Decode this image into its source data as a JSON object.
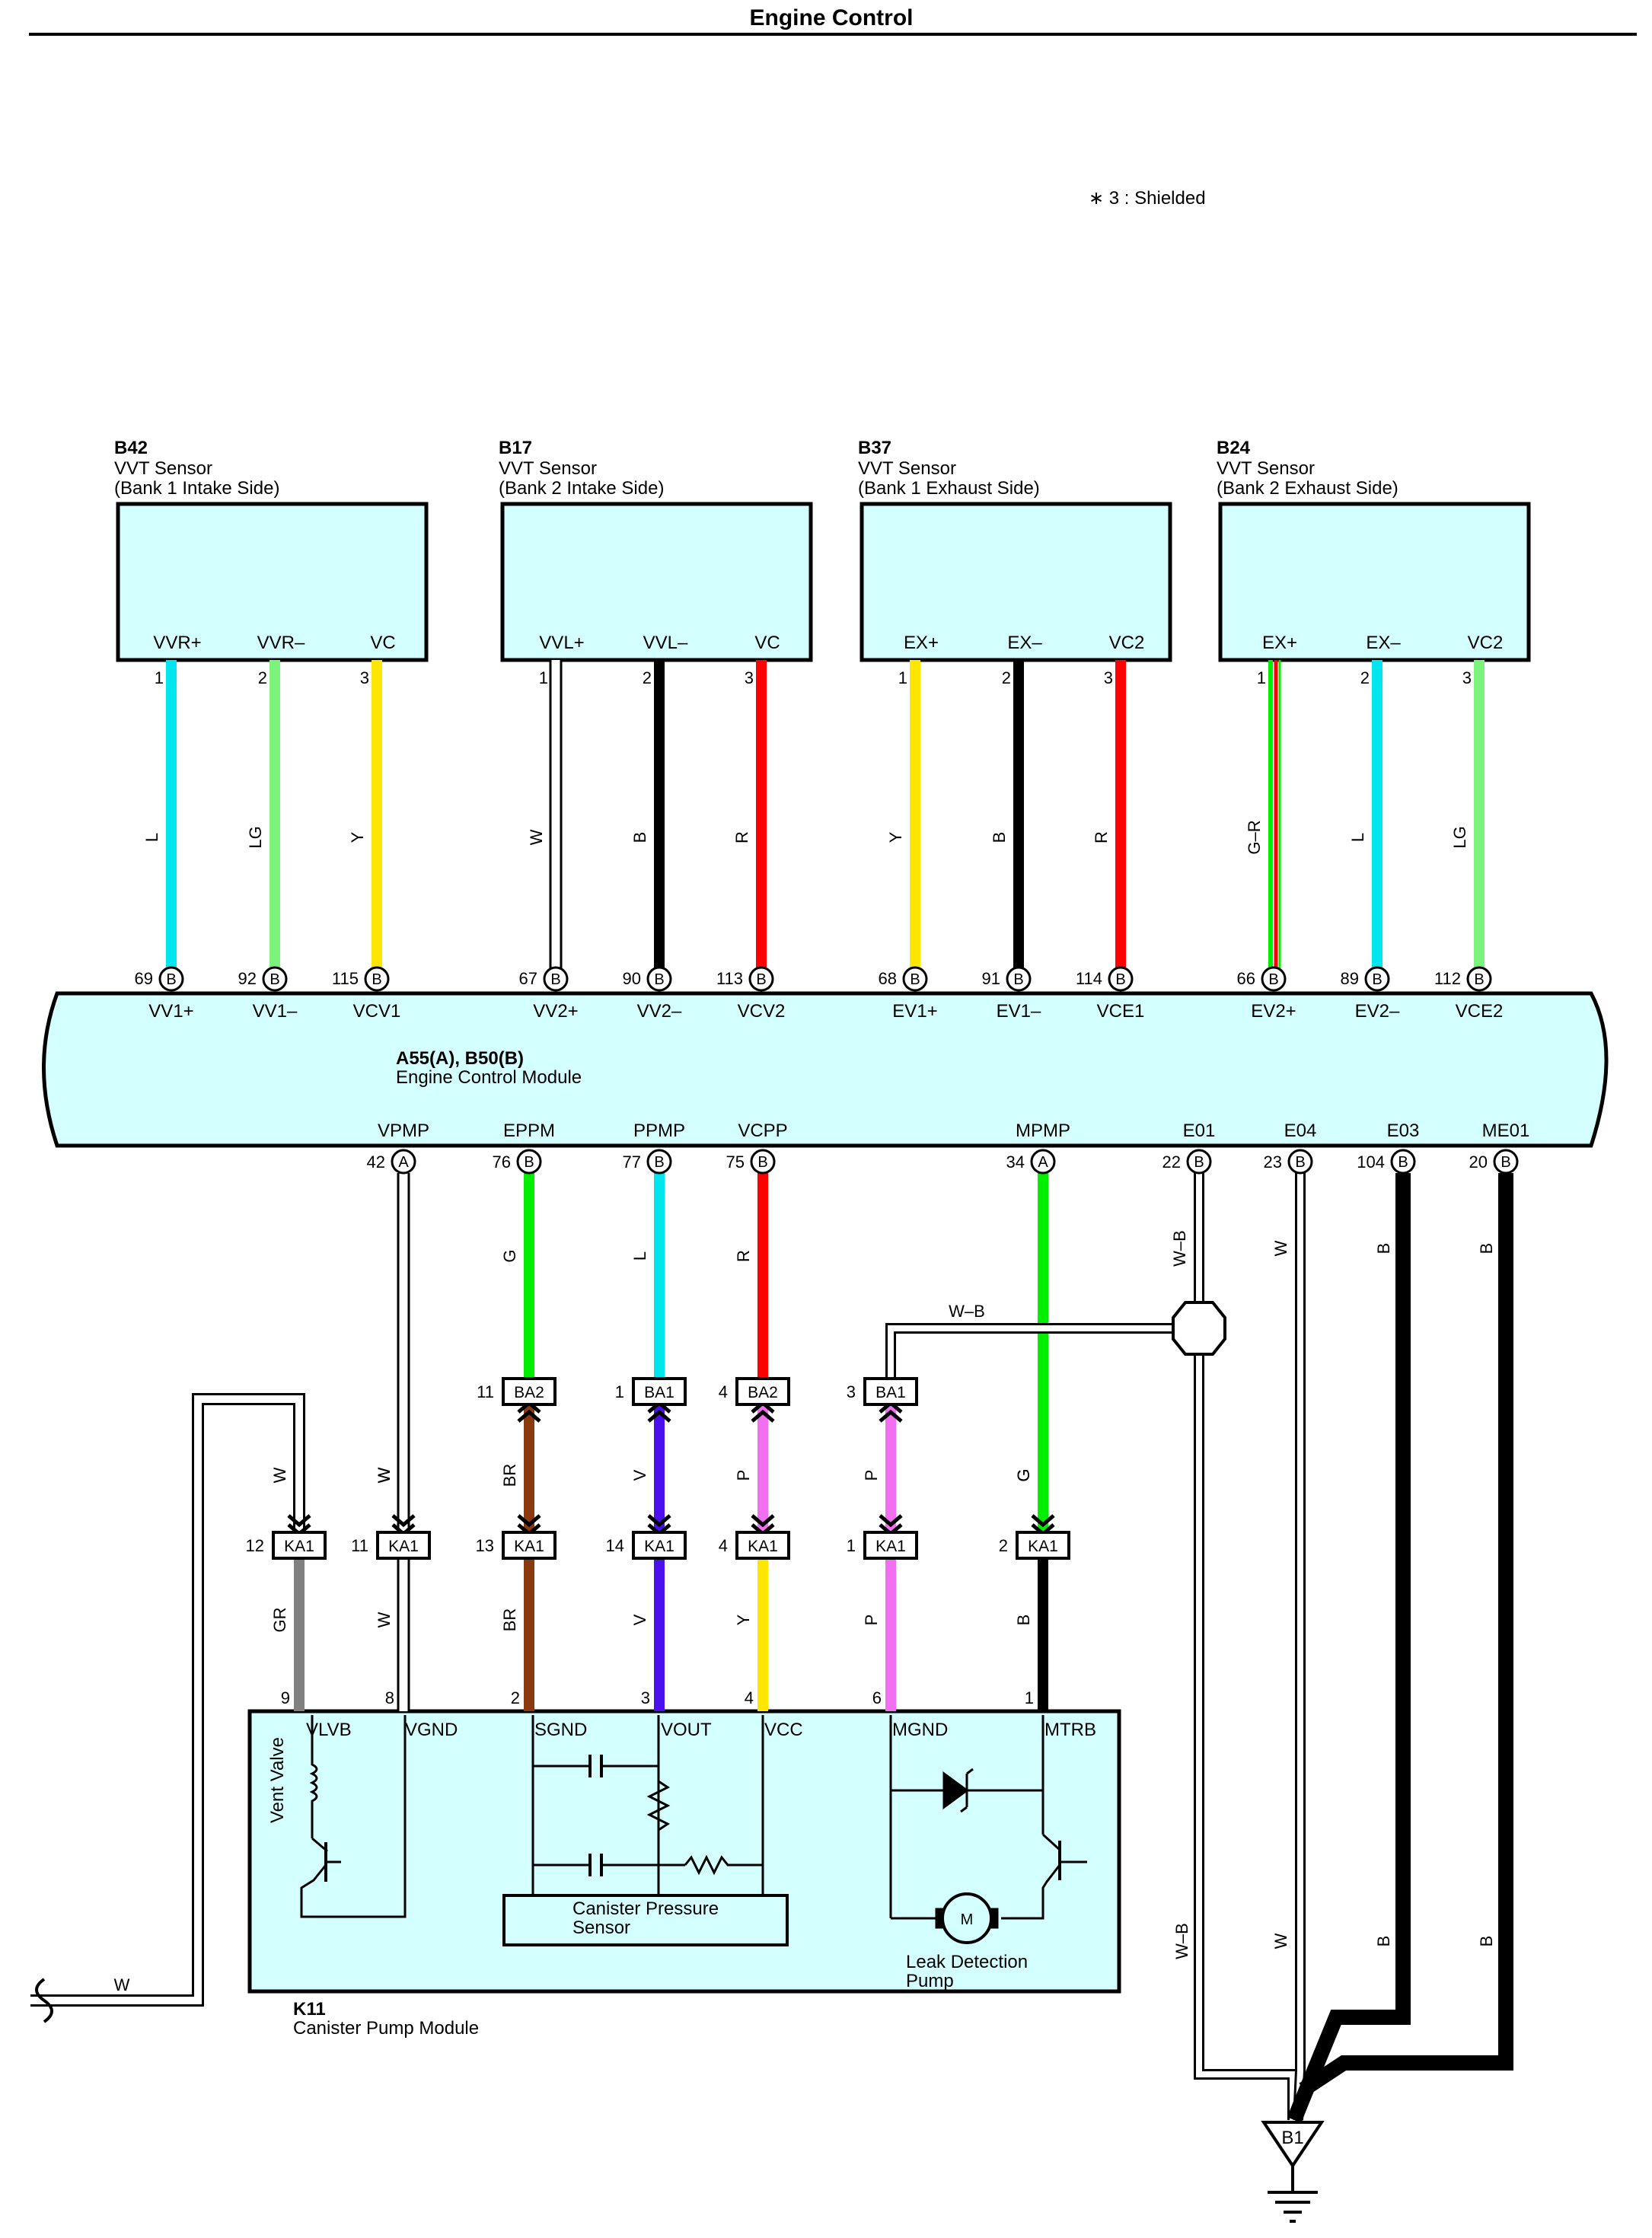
{
  "title": "Engine Control",
  "shield_note": "∗ 3 : Shielded",
  "sensors": [
    {
      "code": "B42",
      "name": "VVT Sensor",
      "sub": "(Bank 1 Intake Side)",
      "pins": [
        {
          "term": "VVR+",
          "num": "1",
          "wire": "L",
          "ecm_pin": "69",
          "ecm_conn": "B",
          "ecm_term": "VV1+"
        },
        {
          "term": "VVR–",
          "num": "2",
          "wire": "LG",
          "ecm_pin": "92",
          "ecm_conn": "B",
          "ecm_term": "VV1–"
        },
        {
          "term": "VC",
          "num": "3",
          "wire": "Y",
          "ecm_pin": "115",
          "ecm_conn": "B",
          "ecm_term": "VCV1"
        }
      ]
    },
    {
      "code": "B17",
      "name": "VVT Sensor",
      "sub": "(Bank 2 Intake Side)",
      "pins": [
        {
          "term": "VVL+",
          "num": "1",
          "wire": "W",
          "ecm_pin": "67",
          "ecm_conn": "B",
          "ecm_term": "VV2+"
        },
        {
          "term": "VVL–",
          "num": "2",
          "wire": "B",
          "ecm_pin": "90",
          "ecm_conn": "B",
          "ecm_term": "VV2–"
        },
        {
          "term": "VC",
          "num": "3",
          "wire": "R",
          "ecm_pin": "113",
          "ecm_conn": "B",
          "ecm_term": "VCV2"
        }
      ]
    },
    {
      "code": "B37",
      "name": "VVT Sensor",
      "sub": "(Bank 1 Exhaust Side)",
      "pins": [
        {
          "term": "EX+",
          "num": "1",
          "wire": "Y",
          "ecm_pin": "68",
          "ecm_conn": "B",
          "ecm_term": "EV1+"
        },
        {
          "term": "EX–",
          "num": "2",
          "wire": "B",
          "ecm_pin": "91",
          "ecm_conn": "B",
          "ecm_term": "EV1–"
        },
        {
          "term": "VC2",
          "num": "3",
          "wire": "R",
          "ecm_pin": "114",
          "ecm_conn": "B",
          "ecm_term": "VCE1"
        }
      ]
    },
    {
      "code": "B24",
      "name": "VVT Sensor",
      "sub": "(Bank 2 Exhaust Side)",
      "pins": [
        {
          "term": "EX+",
          "num": "1",
          "wire": "G–R",
          "ecm_pin": "66",
          "ecm_conn": "B",
          "ecm_term": "EV2+"
        },
        {
          "term": "EX–",
          "num": "2",
          "wire": "L",
          "ecm_pin": "89",
          "ecm_conn": "B",
          "ecm_term": "EV2–"
        },
        {
          "term": "VC2",
          "num": "3",
          "wire": "LG",
          "ecm_pin": "112",
          "ecm_conn": "B",
          "ecm_term": "VCE2"
        }
      ]
    }
  ],
  "ecm": {
    "code": "A55(A), B50(B)",
    "name": "Engine Control Module"
  },
  "ecm_bottom": [
    {
      "term": "VPMP",
      "pin": "42",
      "conn": "A",
      "wire": "W"
    },
    {
      "term": "EPPM",
      "pin": "76",
      "conn": "B",
      "wire": "G"
    },
    {
      "term": "PPMP",
      "pin": "77",
      "conn": "B",
      "wire": "L"
    },
    {
      "term": "VCPP",
      "pin": "75",
      "conn": "B",
      "wire": "R"
    },
    {
      "term": "MPMP",
      "pin": "34",
      "conn": "A",
      "wire": "G"
    },
    {
      "term": "E01",
      "pin": "22",
      "conn": "B",
      "wire": "W–B"
    },
    {
      "term": "E04",
      "pin": "23",
      "conn": "B",
      "wire": "W"
    },
    {
      "term": "E03",
      "pin": "104",
      "conn": "B",
      "wire": "B"
    },
    {
      "term": "ME01",
      "pin": "20",
      "conn": "B",
      "wire": "B"
    }
  ],
  "splice_wire": "W–B",
  "ba_connectors": [
    {
      "pin": "11",
      "name": "BA2",
      "wire_below": "BR"
    },
    {
      "pin": "1",
      "name": "BA1",
      "wire_below": "V"
    },
    {
      "pin": "4",
      "name": "BA2",
      "wire_below": "P"
    },
    {
      "pin": "3",
      "name": "BA1",
      "wire_below": "P"
    }
  ],
  "ka_connectors": [
    {
      "pin": "12",
      "name": "KA1",
      "wire_above": "W",
      "wire_below": "GR",
      "module_pin": "9"
    },
    {
      "pin": "11",
      "name": "KA1",
      "wire_above": "W",
      "wire_below": "W",
      "module_pin": "8"
    },
    {
      "pin": "13",
      "name": "KA1",
      "wire_below": "BR",
      "module_pin": "2"
    },
    {
      "pin": "14",
      "name": "KA1",
      "wire_below": "V",
      "module_pin": "3"
    },
    {
      "pin": "4",
      "name": "KA1",
      "wire_below": "Y",
      "module_pin": "4"
    },
    {
      "pin": "1",
      "name": "KA1",
      "wire_below": "P",
      "module_pin": "6"
    },
    {
      "pin": "2",
      "name": "KA1",
      "wire_above": "G",
      "wire_below": "B",
      "module_pin": "1"
    }
  ],
  "k11": {
    "code": "K11",
    "name": "Canister Pump Module",
    "terminals": [
      "VLVB",
      "VGND",
      "SGND",
      "VOUT",
      "VCC",
      "MGND",
      "MTRB"
    ],
    "vent_valve": "Vent Valve",
    "pressure_sensor": [
      "Canister Pressure",
      "Sensor"
    ],
    "pump": [
      "Leak Detection",
      "Pump"
    ],
    "motor": "M"
  },
  "left_wire": "W",
  "ground_lower_wires": [
    "W–B",
    "W",
    "B",
    "B"
  ],
  "ground": "B1",
  "colors": {
    "L": "#00e5ee",
    "LG": "#7cf37c",
    "Y": "#ffe600",
    "W": "#ffffff",
    "B": "#000000",
    "R": "#ff0000",
    "G": "#00ee00",
    "BR": "#8b3a0f",
    "V": "#4b10ee",
    "P": "#f26ff2",
    "GR": "#808080",
    "fill": "#d4ffff"
  }
}
